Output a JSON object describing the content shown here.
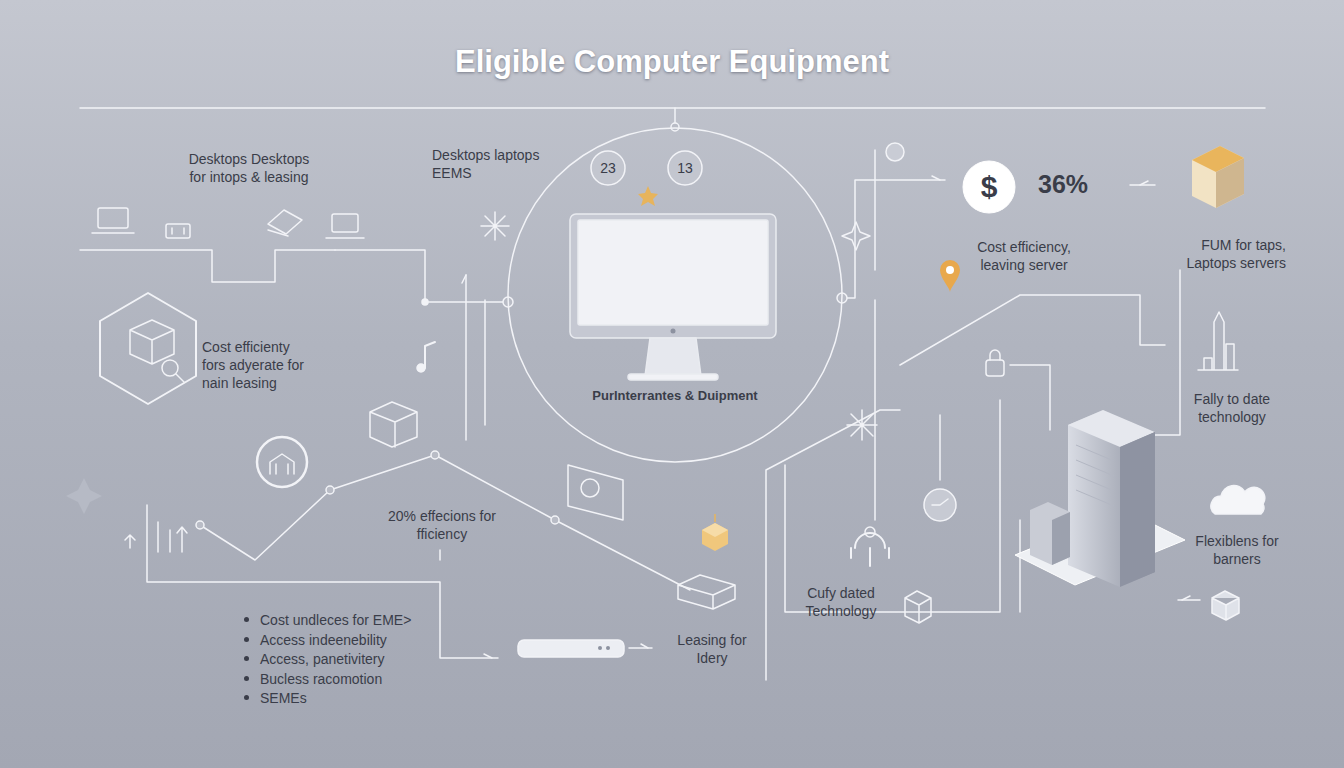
{
  "diagram": {
    "title": "Eligible Computer Equipment",
    "nodes": [
      {
        "text": [
          "Purlnterrantes & Duipment"
        ]
      },
      {
        "text": [
          "23"
        ],
        "in": 0
      },
      {
        "text": [
          "13"
        ],
        "in": 0
      },
      {
        "text": [
          "$"
        ]
      }
    ],
    "labels": [
      "Desktops Desktops for intops & leasing",
      "Desktops laptops EEMS",
      "36%",
      "FUM for taps, Laptops servers",
      "Cost efficiency, leaving server",
      "Cost efficienty fors adyerate for nain leasing",
      "Fally to date technology",
      "20% effecions for fficiency",
      "Flexiblens for barners",
      "Cufy dated Technology",
      "Leasing for Idery",
      "Cost undleces for EME>",
      "Access indeenebility",
      "Access, panetivitery",
      "Bucless racomotion",
      "SEMEs"
    ]
  }
}
